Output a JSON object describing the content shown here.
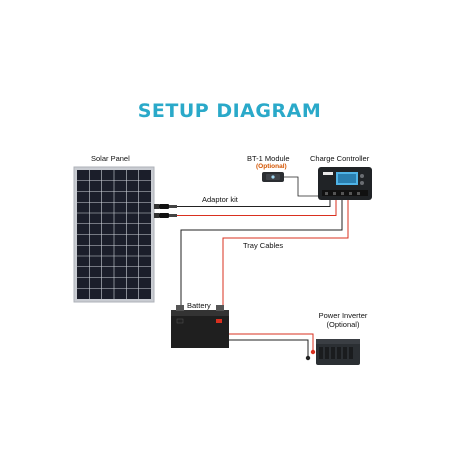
{
  "title": "SETUP DIAGRAM",
  "labels": {
    "solar_panel": "Solar Panel",
    "bt1_module": "BT-1 Module",
    "optional_1": "(Optional)",
    "charge_controller": "Charge Controller",
    "adaptor_kit": "Adaptor kit",
    "tray_cables": "Tray Cables",
    "battery": "Battery",
    "power_inverter": "Power Inverter",
    "optional_2": "(Optional)"
  },
  "colors": {
    "title": "#2aa9c9",
    "wire_red": "#d9301f",
    "wire_black": "#222222",
    "wire_gray": "#9a9a9a",
    "panel_cell": "#1b1e2a",
    "panel_frame": "#c9ccd2",
    "controller_body": "#202326",
    "controller_screen": "#4fb3e6",
    "battery_body": "#1f1f1f",
    "inverter_body": "#2b2f33"
  }
}
